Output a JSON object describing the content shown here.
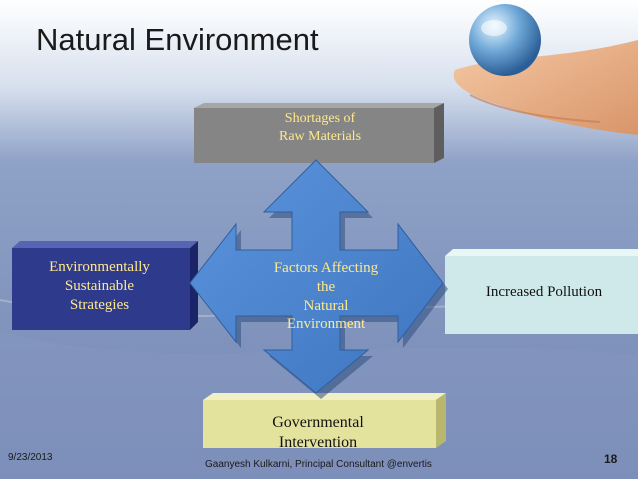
{
  "slide": {
    "title": "Natural Environment",
    "footer": {
      "date": "9/23/2013",
      "credit": "Gaanyesh Kulkarni, Principal Consultant @envertis",
      "page_number": "18"
    }
  },
  "diagram": {
    "center": [
      "Factors Affecting",
      "the",
      "Natural",
      "Environment"
    ],
    "top_box": [
      "Shortages of",
      "Raw Materials"
    ],
    "left_box": [
      "Environmentally",
      "Sustainable",
      "Strategies"
    ],
    "right_box": [
      "Increased Pollution"
    ],
    "bottom_box": [
      "Governmental",
      "Intervention"
    ]
  },
  "colors": {
    "background": "#7f92b8",
    "top_box": "#858585",
    "left_box": "#2e3a8c",
    "right_box": "#cfe9ea",
    "bottom_box": "#e4e39e",
    "arrow": "#4a83cf",
    "box_text_light": "#ffe98a"
  }
}
